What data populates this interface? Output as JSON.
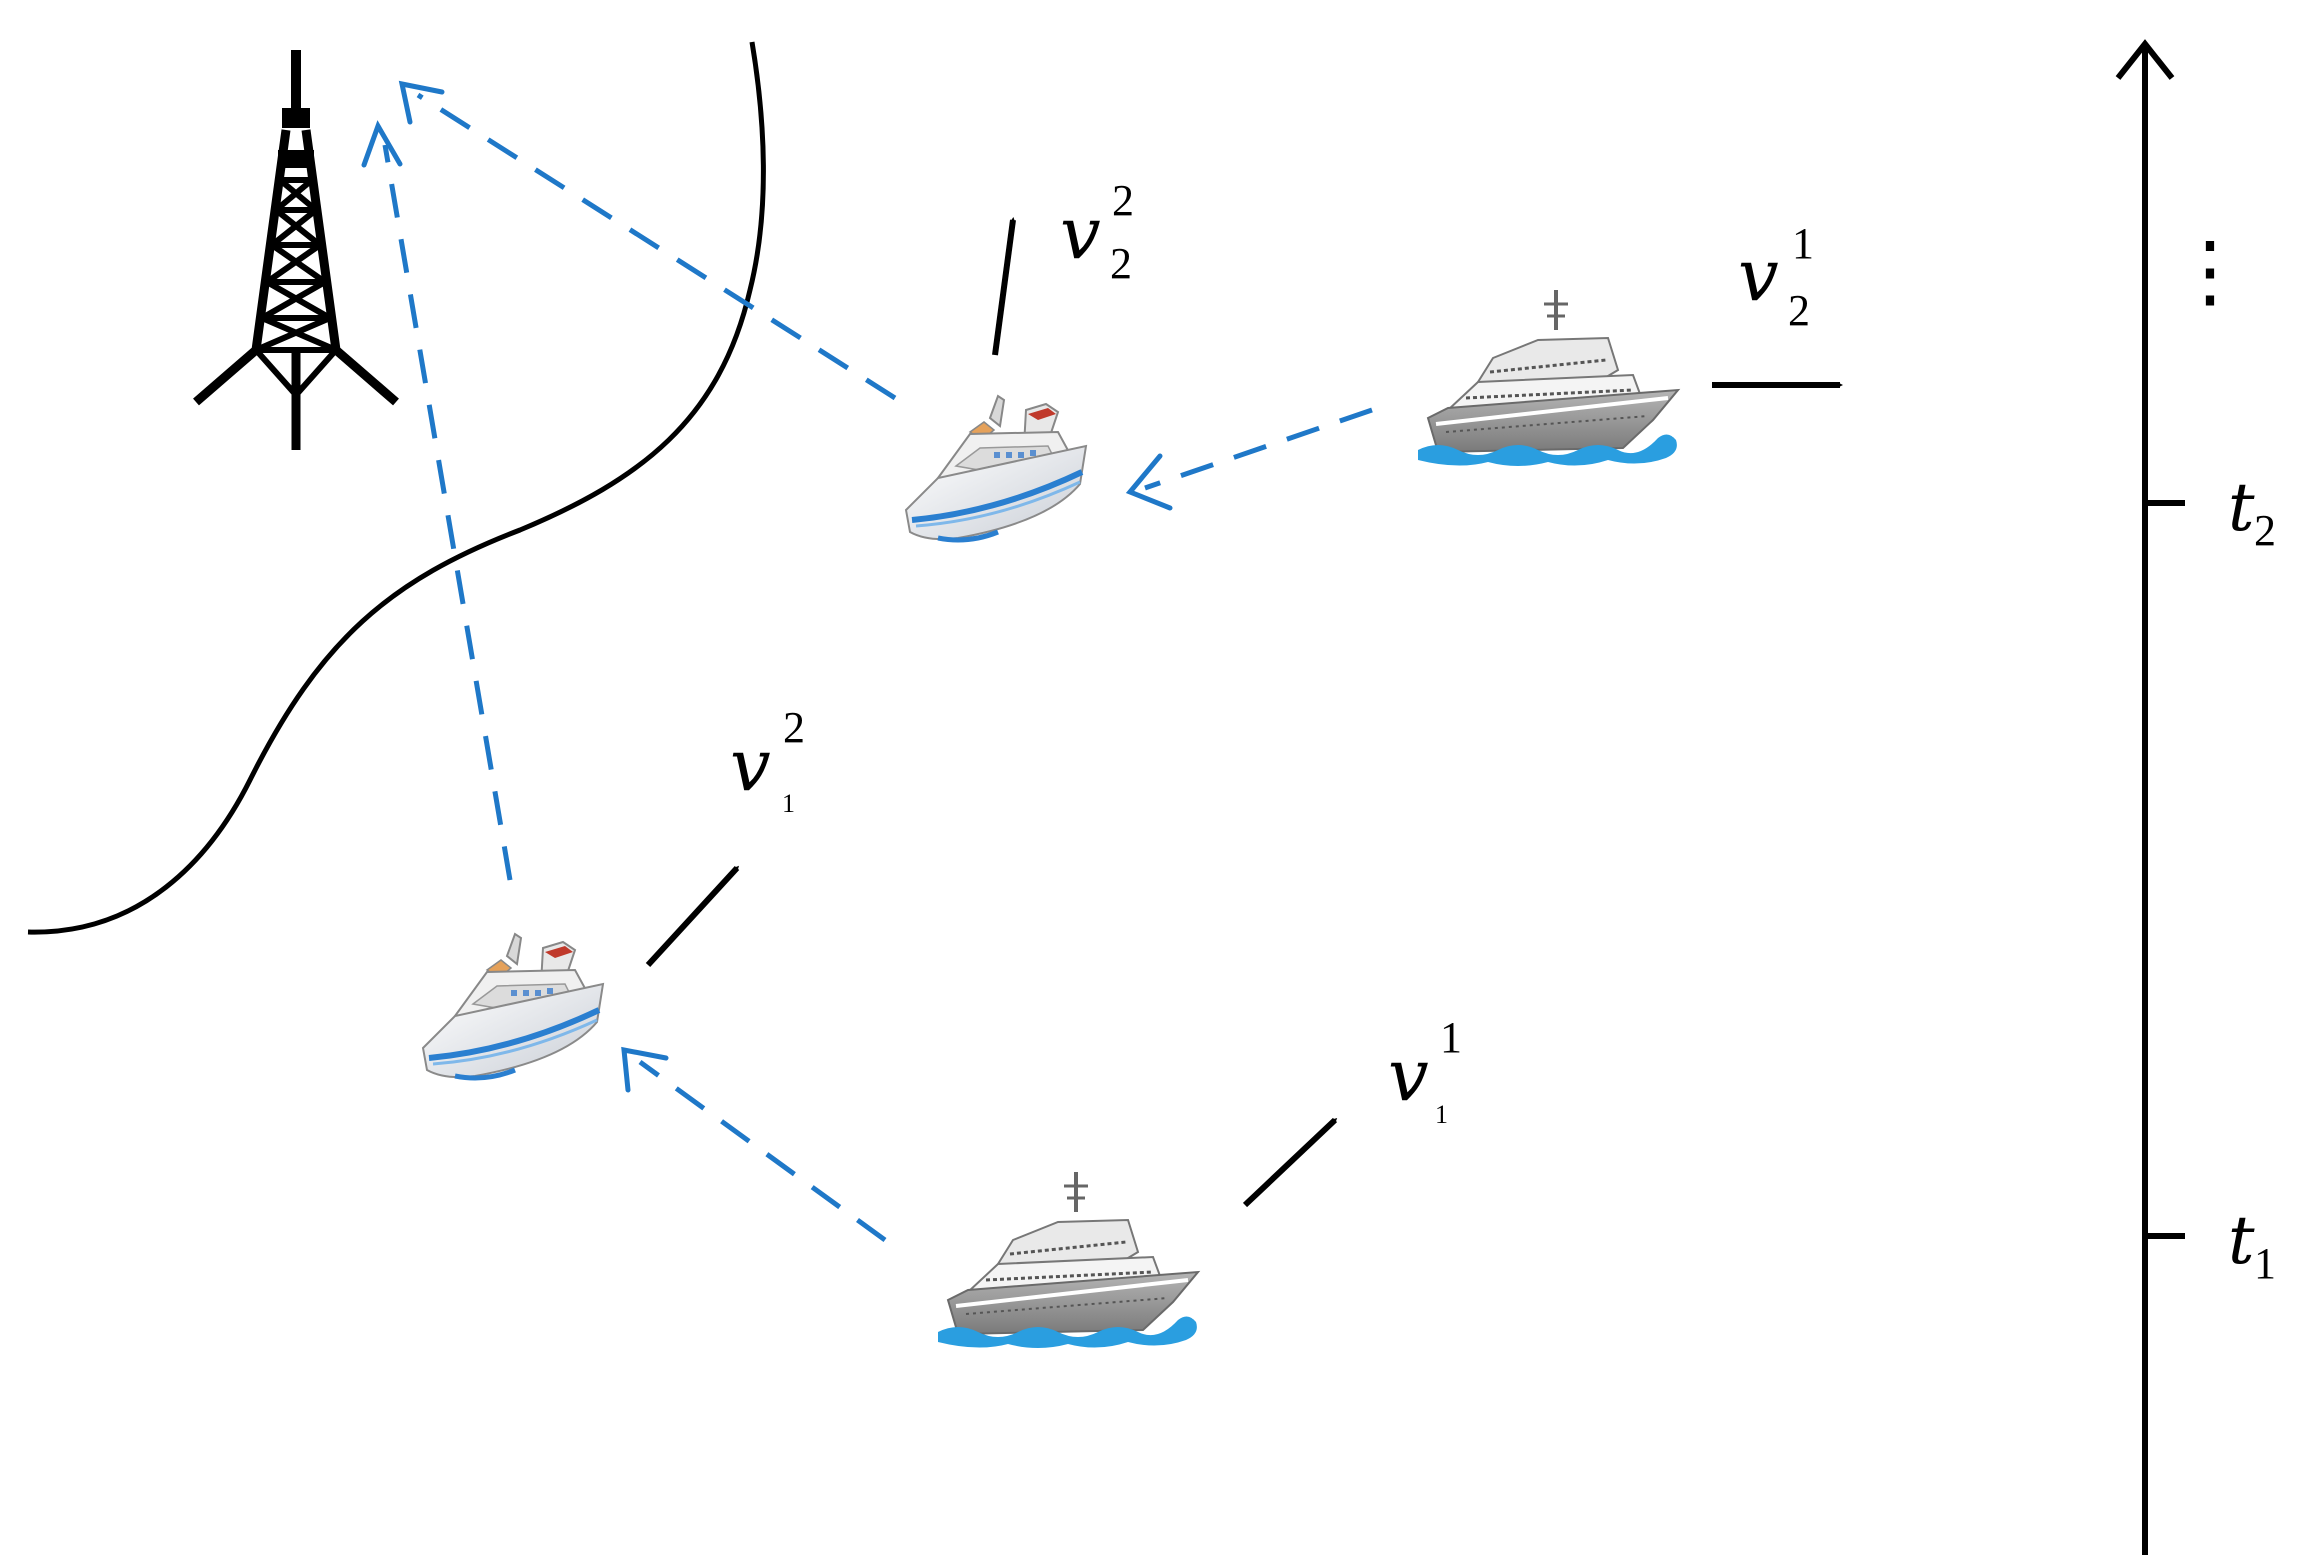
{
  "labels": {
    "v22": {
      "base": "v",
      "sub": "2",
      "sup": "2"
    },
    "v21": {
      "base": "v",
      "sub": "2",
      "sup": "1"
    },
    "v12": {
      "base": "v",
      "sub": "1",
      "sup": "2"
    },
    "v11": {
      "base": "v",
      "sub": "1",
      "sup": "1"
    }
  },
  "timeline": {
    "t2": {
      "base": "t",
      "sub": "2"
    },
    "t1": {
      "base": "t",
      "sub": "1"
    },
    "ellipsis": "⋮"
  },
  "colors": {
    "link": "#1f78c8",
    "arrow": "#000000",
    "coast": "#000000",
    "water": "#2a9ee0",
    "hull_gray": "#9a9a9a"
  },
  "icons": [
    "tower-icon",
    "cruise-ship-icon",
    "ferry-ship-icon"
  ]
}
